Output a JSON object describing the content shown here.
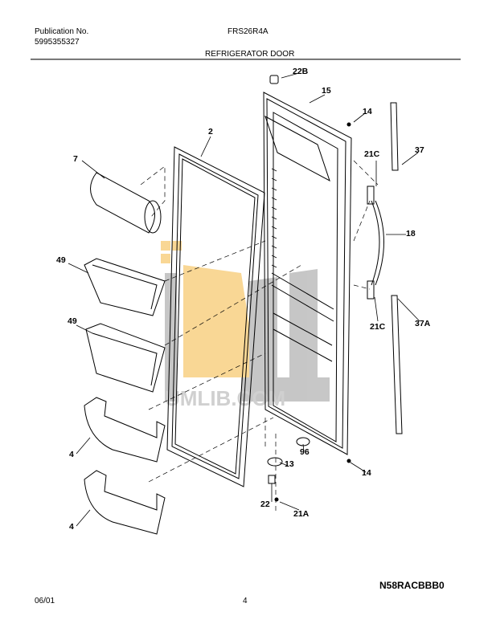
{
  "header": {
    "publication_label": "Publication No.",
    "publication_number": "5995355327",
    "model": "FRS26R4A",
    "section_title": "REFRIGERATOR DOOR"
  },
  "diagram": {
    "callouts": [
      "22B",
      "15",
      "14",
      "2",
      "7",
      "37",
      "21C",
      "18",
      "49",
      "49",
      "21C",
      "37A",
      "4",
      "96",
      "14",
      "13",
      "22",
      "21A",
      "4"
    ]
  },
  "watermark": "UMLIB.COM",
  "footer": {
    "diagram_code": "N58RACBBB0",
    "date": "06/01",
    "page": "4"
  }
}
